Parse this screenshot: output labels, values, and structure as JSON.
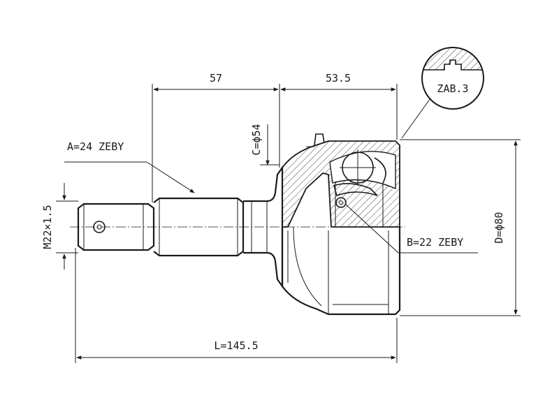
{
  "dimensions": {
    "shaft_length_dim": "57",
    "joint_length_dim": "53.5",
    "total_length": "L=145.5",
    "seal_diameter": "C=ϕ54",
    "outer_diameter": "D=ϕ80",
    "thread": "M22×1.5"
  },
  "splines": {
    "outer_teeth": "A=24 ZEBY",
    "inner_teeth": "B=22 ZEBY"
  },
  "detail": {
    "label": "ZAB.3"
  },
  "colors": {
    "ink": "#1a1a1a",
    "background": "#ffffff"
  }
}
